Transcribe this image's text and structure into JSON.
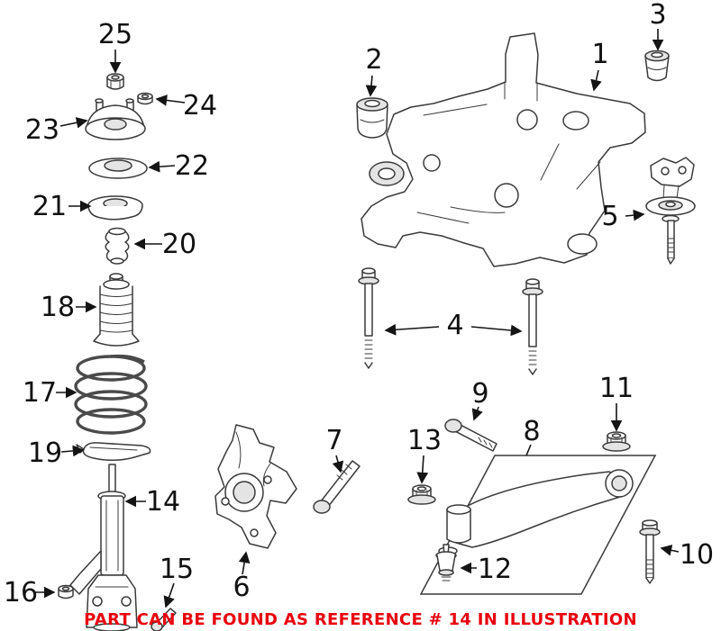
{
  "note": {
    "text": "PART CAN BE FOUND AS REFERENCE # 14 IN ILLUSTRATION",
    "color": "#e8000d"
  },
  "callouts": [
    "1",
    "2",
    "3",
    "4",
    "5",
    "6",
    "7",
    "8",
    "9",
    "10",
    "11",
    "12",
    "13",
    "14",
    "15",
    "16",
    "17",
    "18",
    "19",
    "20",
    "21",
    "22",
    "23",
    "24",
    "25"
  ]
}
